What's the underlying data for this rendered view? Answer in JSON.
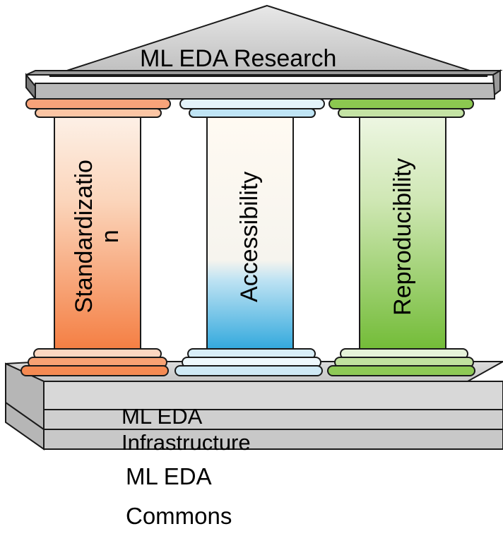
{
  "roof": {
    "title": "ML EDA Research"
  },
  "pillars": [
    {
      "label": "Standardizatio\nn",
      "color": "#f57f45"
    },
    {
      "label": "Accessibility",
      "color": "#29a8df"
    },
    {
      "label": "Reproducibility",
      "color": "#77bf3a"
    }
  ],
  "base": {
    "infrastructure_label": "ML EDA\nInfrastructure",
    "commons_label": "ML EDA\nCommons"
  }
}
